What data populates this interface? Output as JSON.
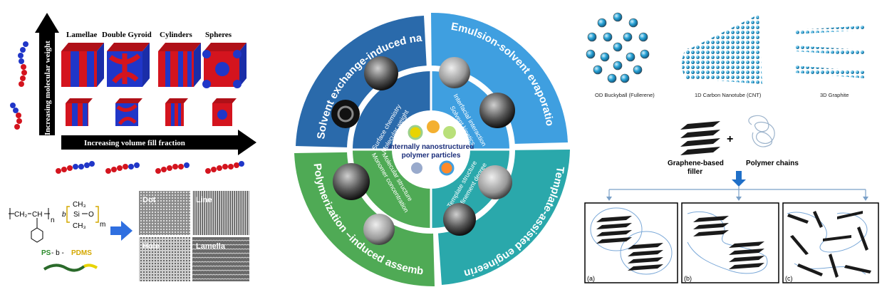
{
  "left": {
    "phases": [
      "Lamellae",
      "Double Gyroid",
      "Cylinders",
      "Spheres"
    ],
    "y_axis_label": "Increasing molecular weight",
    "x_axis_label": "Increasing volume fill fraction",
    "formula": {
      "ch2": "CH₂",
      "ch": "CH",
      "b": "b",
      "n": "n",
      "ch3_top": "CH₃",
      "si": "Si",
      "o": "O",
      "ch3_bottom": "CH₃",
      "m": "m",
      "name_ps": "PS",
      "name_sep": " - b - ",
      "name_pdms": "PDMS"
    },
    "tem_labels": [
      "Dot",
      "Line",
      "Hole",
      "Lamella"
    ],
    "colors": {
      "red": "#d4141e",
      "blue": "#2036c8",
      "accent_arrow": "#2f6fe0"
    }
  },
  "middle": {
    "center_title_1": "Internally nanostructured",
    "center_title_2": "polymer particles",
    "outer": [
      "Solvent exchange-induced nanoprecipitation",
      "Emulsion-solvent evaporation",
      "Template-assisted engineering",
      "Polymerization –induced assembling"
    ],
    "inner": [
      "Surface chemistry",
      "Molecular weight",
      "Interfacial interaction",
      "Solvent kinetics",
      "Template structure",
      "Confinement degree",
      "Molecular structure",
      "Monomer concentration"
    ],
    "colors": {
      "blue_dark": "#2a6aab",
      "blue_light": "#3f9fe0",
      "teal": "#2aa8ab",
      "green": "#4faa55"
    }
  },
  "right": {
    "allotropes": [
      "OD Buckyball (Fullerene)",
      "1D Carbon Nanotube (CNT)",
      "3D Graphite"
    ],
    "filler_label_1": "Graphene-based",
    "filler_label_2": "filler",
    "plus": "+",
    "chains_label": "Polymer chains",
    "box_labels": [
      "(a)",
      "(b)",
      "(c)"
    ],
    "colors": {
      "atom": "#29a3d6",
      "chain": "#7aa8d8",
      "arrow": "#1f6fc8"
    }
  }
}
